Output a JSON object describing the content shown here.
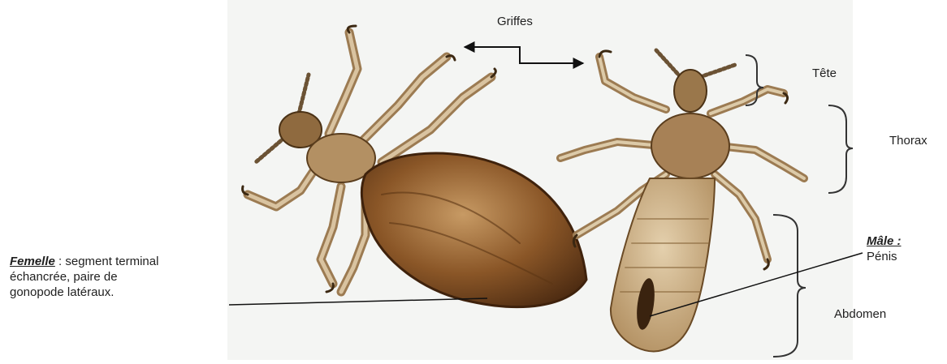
{
  "labels": {
    "griffes": "Griffes",
    "tete": "Tête",
    "thorax": "Thorax",
    "abdomen": "Abdomen",
    "female_title": "Femelle",
    "female_desc_1": " : segment terminal",
    "female_desc_2": "échancrée, paire de",
    "female_desc_3": "gonopode latéraux.",
    "male_title": "Mâle :",
    "male_desc": "Pénis"
  },
  "colors": {
    "background": "#ffffff",
    "specimen_bg": "#f3f4f2",
    "female_body": "#7a4a22",
    "female_body_dark": "#4e2c12",
    "male_body": "#c8ac83",
    "leg": "#b39772",
    "leg_dark": "#5f4426",
    "annotation_line": "#111111",
    "bracket": "#333333"
  },
  "icons": [
    "double-arrow",
    "bracket"
  ]
}
